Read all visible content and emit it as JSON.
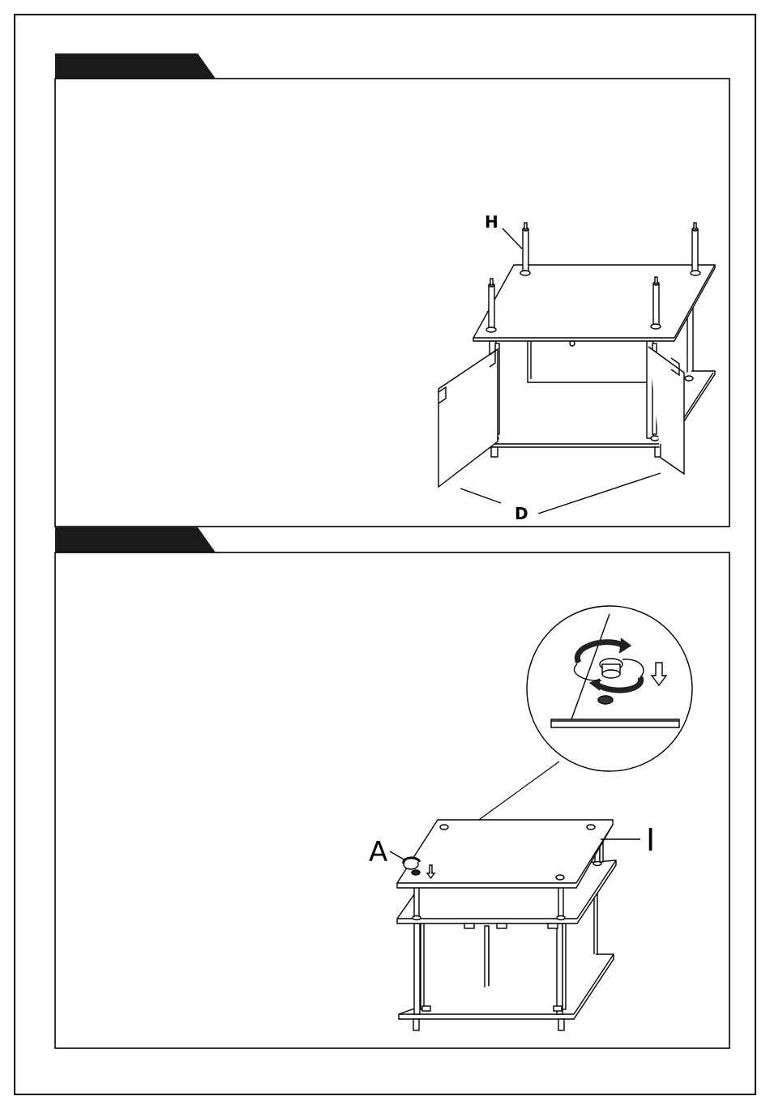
{
  "step1": {
    "tab_label": "",
    "part_labels": {
      "pegs": "H",
      "doors": "D"
    }
  },
  "step2": {
    "tab_label": "",
    "part_labels": {
      "knob": "A",
      "top_shelf": "I"
    }
  }
}
